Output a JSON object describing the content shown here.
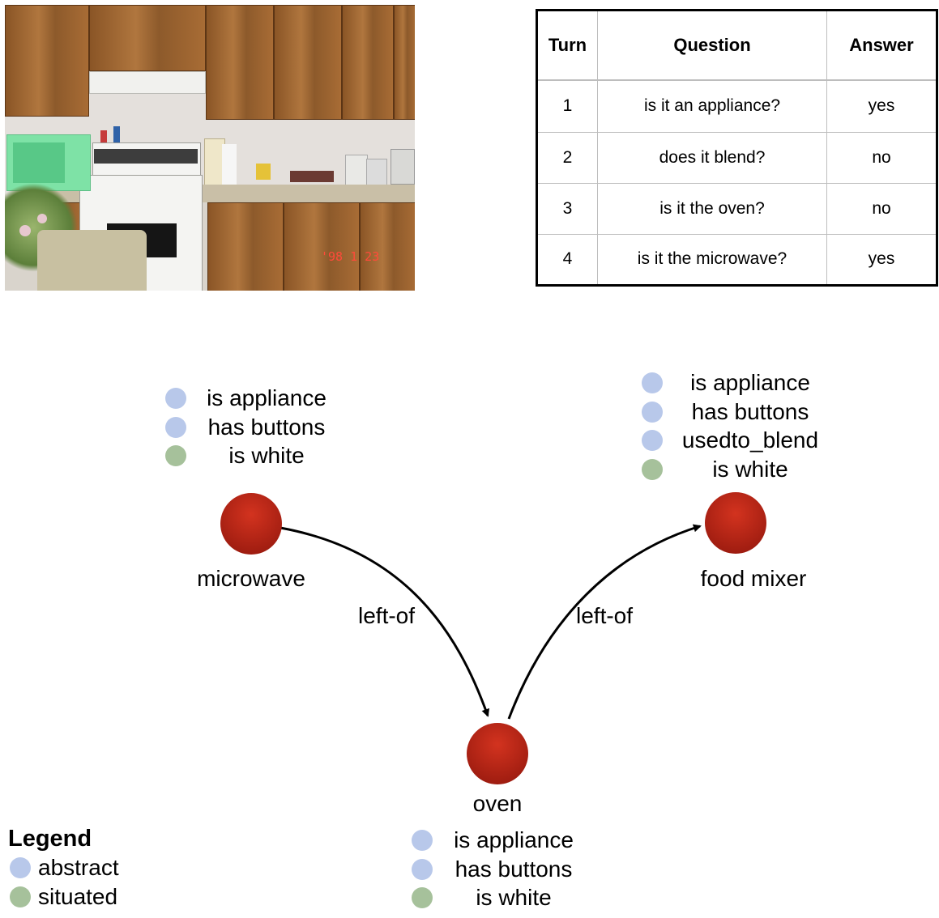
{
  "table": {
    "headers": [
      "Turn",
      "Question",
      "Answer"
    ],
    "rows": [
      [
        "1",
        "is it an appliance?",
        "yes"
      ],
      [
        "2",
        "does it blend?",
        "no"
      ],
      [
        "3",
        "is it the oven?",
        "no"
      ],
      [
        "4",
        "is it the microwave?",
        "yes"
      ]
    ]
  },
  "photo": {
    "date_stamp": "'98  1 23"
  },
  "graph": {
    "nodes": {
      "microwave": {
        "label": "microwave",
        "attributes": [
          {
            "text": "is appliance",
            "kind": "abstract"
          },
          {
            "text": "has buttons",
            "kind": "abstract"
          },
          {
            "text": "is white",
            "kind": "situated"
          }
        ]
      },
      "food_mixer": {
        "label": "food mixer",
        "attributes": [
          {
            "text": "is appliance",
            "kind": "abstract"
          },
          {
            "text": "has buttons",
            "kind": "abstract"
          },
          {
            "text": "usedto_blend",
            "kind": "abstract"
          },
          {
            "text": "is white",
            "kind": "situated"
          }
        ]
      },
      "oven": {
        "label": "oven",
        "attributes": [
          {
            "text": "is appliance",
            "kind": "abstract"
          },
          {
            "text": "has buttons",
            "kind": "abstract"
          },
          {
            "text": "is white",
            "kind": "situated"
          }
        ]
      }
    },
    "edges": [
      {
        "from": "microwave",
        "to": "oven",
        "label": "left-of"
      },
      {
        "from": "oven",
        "to": "food_mixer",
        "label": "left-of"
      }
    ]
  },
  "legend": {
    "title": "Legend",
    "items": [
      {
        "label": "abstract",
        "kind": "abstract"
      },
      {
        "label": "situated",
        "kind": "situated"
      }
    ]
  },
  "colors": {
    "node": "#c0271a",
    "abstract": "#b8c8ea",
    "situated": "#a6c19b"
  }
}
